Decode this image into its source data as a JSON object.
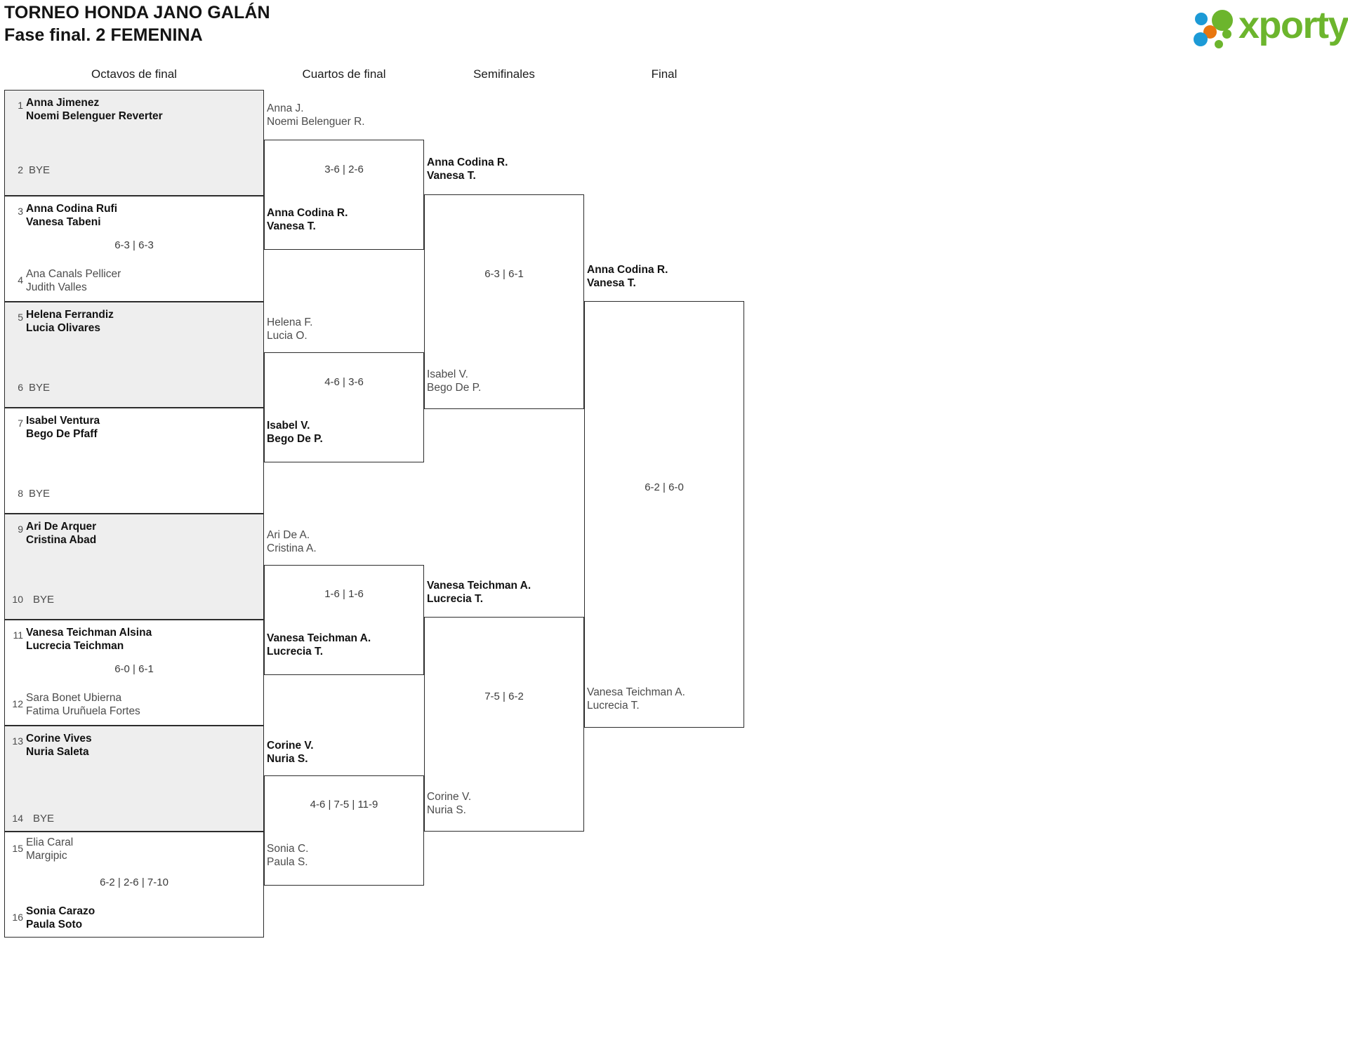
{
  "header": {
    "tournament": "TORNEO HONDA JANO GALÁN",
    "phase": "Fase final. 2 FEMENINA",
    "logo_text": "xporty",
    "logo_colors": {
      "green": "#6cb52d",
      "blue": "#1c9ad6",
      "orange": "#e8760f"
    }
  },
  "rounds": [
    {
      "name": "Octavos de final"
    },
    {
      "name": "Cuartos de final"
    },
    {
      "name": "Semifinales"
    },
    {
      "name": "Final"
    }
  ],
  "bracket": {
    "round1": [
      {
        "shaded": true,
        "top": {
          "seed": "1",
          "p1": "Anna Jimenez",
          "p2": "Noemi Belenguer Reverter",
          "status": "win"
        },
        "bottom": {
          "seed": "2",
          "bye": "BYE"
        },
        "score": ""
      },
      {
        "shaded": false,
        "top": {
          "seed": "3",
          "p1": "Anna Codina Rufi",
          "p2": "Vanesa Tabeni",
          "status": "win"
        },
        "bottom": {
          "seed": "4",
          "p1": "Ana Canals Pellicer",
          "p2": "Judith Valles",
          "status": "lose"
        },
        "score": "6-3 | 6-3"
      },
      {
        "shaded": true,
        "top": {
          "seed": "5",
          "p1": "Helena Ferrandiz",
          "p2": "Lucia Olivares",
          "status": "win"
        },
        "bottom": {
          "seed": "6",
          "bye": "BYE"
        },
        "score": ""
      },
      {
        "shaded": false,
        "top": {
          "seed": "7",
          "p1": "Isabel Ventura",
          "p2": "Bego De Pfaff",
          "status": "win"
        },
        "bottom": {
          "seed": "8",
          "bye": "BYE"
        },
        "score": ""
      },
      {
        "shaded": true,
        "top": {
          "seed": "9",
          "p1": "Ari De Arquer",
          "p2": "Cristina Abad",
          "status": "win"
        },
        "bottom": {
          "seed": "10",
          "bye": "BYE"
        },
        "score": ""
      },
      {
        "shaded": false,
        "top": {
          "seed": "11",
          "p1": "Vanesa Teichman Alsina",
          "p2": "Lucrecia Teichman",
          "status": "win"
        },
        "bottom": {
          "seed": "12",
          "p1": "Sara Bonet Ubierna",
          "p2": "Fatima Uruñuela Fortes",
          "status": "lose"
        },
        "score": "6-0 | 6-1"
      },
      {
        "shaded": true,
        "top": {
          "seed": "13",
          "p1": "Corine Vives",
          "p2": "Nuria Saleta",
          "status": "win"
        },
        "bottom": {
          "seed": "14",
          "bye": "BYE"
        },
        "score": ""
      },
      {
        "shaded": false,
        "top": {
          "seed": "15",
          "p1": "Elia Caral",
          "p2": "Margipic",
          "status": "lose"
        },
        "bottom": {
          "seed": "16",
          "p1": "Sonia Carazo",
          "p2": "Paula Soto",
          "status": "win"
        },
        "score": "6-2 | 2-6 | 7-10"
      }
    ],
    "round2": [
      {
        "top": {
          "p1": "Anna J.",
          "p2": "Noemi Belenguer R.",
          "status": "lose"
        },
        "bottom": {
          "p1": "Anna Codina R.",
          "p2": "Vanesa T.",
          "status": "win"
        },
        "score": "3-6 | 2-6"
      },
      {
        "top": {
          "p1": "Helena F.",
          "p2": "Lucia O.",
          "status": "lose"
        },
        "bottom": {
          "p1": "Isabel V.",
          "p2": "Bego De P.",
          "status": "win"
        },
        "score": "4-6 | 3-6"
      },
      {
        "top": {
          "p1": "Ari De A.",
          "p2": "Cristina A.",
          "status": "lose"
        },
        "bottom": {
          "p1": "Vanesa Teichman A.",
          "p2": "Lucrecia T.",
          "status": "win"
        },
        "score": "1-6 | 1-6"
      },
      {
        "top": {
          "p1": "Corine V.",
          "p2": "Nuria S.",
          "status": "win"
        },
        "bottom": {
          "p1": "Sonia C.",
          "p2": "Paula S.",
          "status": "lose"
        },
        "score": "4-6 | 7-5 | 11-9"
      }
    ],
    "round3": [
      {
        "top": {
          "p1": "Anna Codina R.",
          "p2": "Vanesa T.",
          "status": "win"
        },
        "bottom": {
          "p1": "Isabel V.",
          "p2": "Bego De P.",
          "status": "lose"
        },
        "score": "6-3 | 6-1"
      },
      {
        "top": {
          "p1": "Vanesa Teichman A.",
          "p2": "Lucrecia T.",
          "status": "win"
        },
        "bottom": {
          "p1": "Corine V.",
          "p2": "Nuria S.",
          "status": "lose"
        },
        "score": "7-5 | 6-2"
      }
    ],
    "round4": [
      {
        "top": {
          "p1": "Anna Codina R.",
          "p2": "Vanesa T.",
          "status": "win"
        },
        "bottom": {
          "p1": "Vanesa Teichman A.",
          "p2": "Lucrecia T.",
          "status": "lose"
        },
        "score": "6-2 | 6-0"
      }
    ]
  }
}
